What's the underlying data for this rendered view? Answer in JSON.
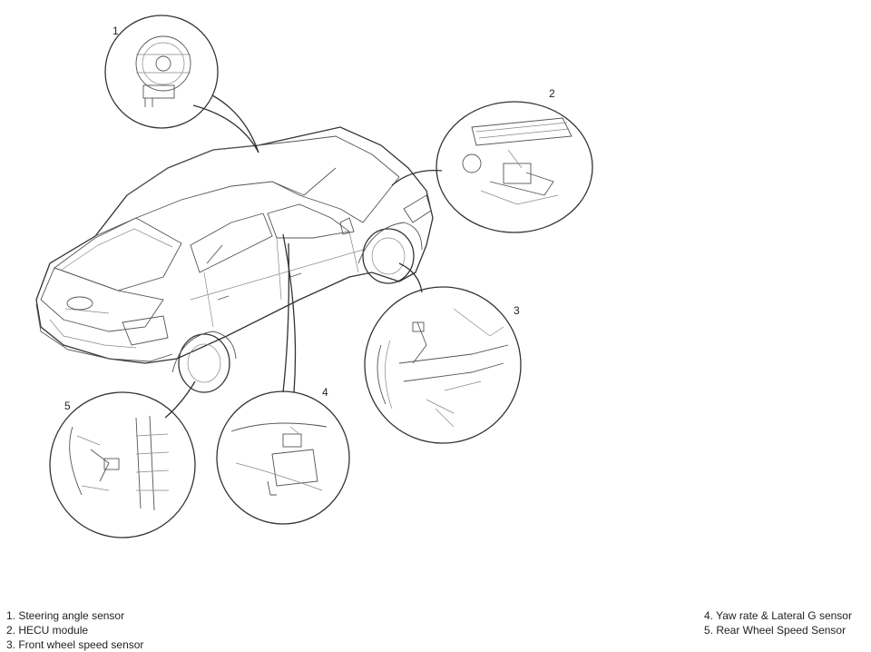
{
  "callouts": [
    {
      "number": "1",
      "name": "steering-angle-sensor"
    },
    {
      "number": "2",
      "name": "hecu-module"
    },
    {
      "number": "3",
      "name": "front-wheel-speed-sensor"
    },
    {
      "number": "4",
      "name": "yaw-rate-lateral-g-sensor"
    },
    {
      "number": "5",
      "name": "rear-wheel-speed-sensor"
    }
  ],
  "legend": {
    "left": [
      "1. Steering angle sensor",
      "2. HECU module",
      "3. Front wheel speed sensor"
    ],
    "right": [
      "4. Yaw rate & Lateral G sensor",
      "5. Rear Wheel Speed Sensor"
    ]
  },
  "colors": {
    "line": "#333333",
    "background": "#ffffff"
  }
}
